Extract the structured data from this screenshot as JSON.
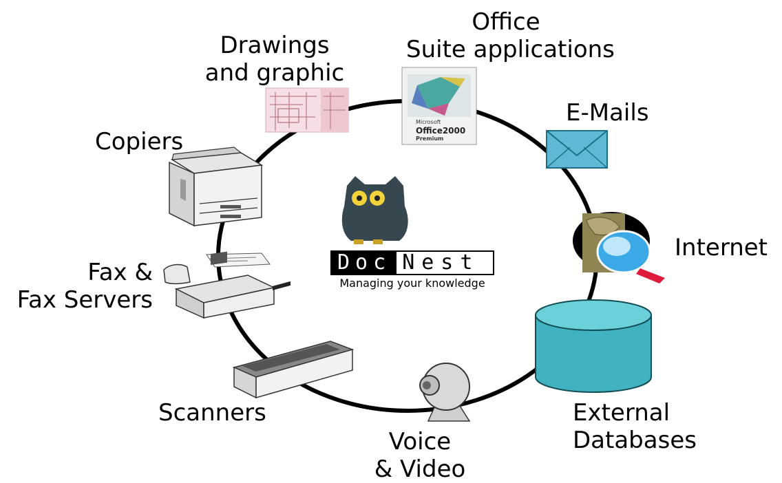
{
  "center": {
    "brand_part1": "Doc",
    "brand_part2": "Nest",
    "tagline": "Managing your knowledge"
  },
  "sources": [
    {
      "id": "office",
      "line1": "Office",
      "line2": "Suite applications"
    },
    {
      "id": "drawings",
      "line1": "Drawings",
      "line2": "and graphic"
    },
    {
      "id": "emails",
      "line1": "E-Mails"
    },
    {
      "id": "copiers",
      "line1": "Copiers"
    },
    {
      "id": "internet",
      "line1": "Internet"
    },
    {
      "id": "fax",
      "line1": "Fax &",
      "line2": "Fax Servers"
    },
    {
      "id": "external_db",
      "line1": "External",
      "line2": "Databases"
    },
    {
      "id": "scanners",
      "line1": "Scanners"
    },
    {
      "id": "voice_video",
      "line1": "Voice",
      "line2": "& Video"
    }
  ],
  "office_box_text": {
    "brand": "Microsoft",
    "product": "Office2000",
    "edition": "Premium"
  },
  "colors": {
    "owl_body": "#37474f",
    "owl_eye": "#f2d23a",
    "owl_feet": "#c9a227",
    "database": "#41b3c0",
    "envelope": "#5fb9d4",
    "ring": "#000000"
  }
}
